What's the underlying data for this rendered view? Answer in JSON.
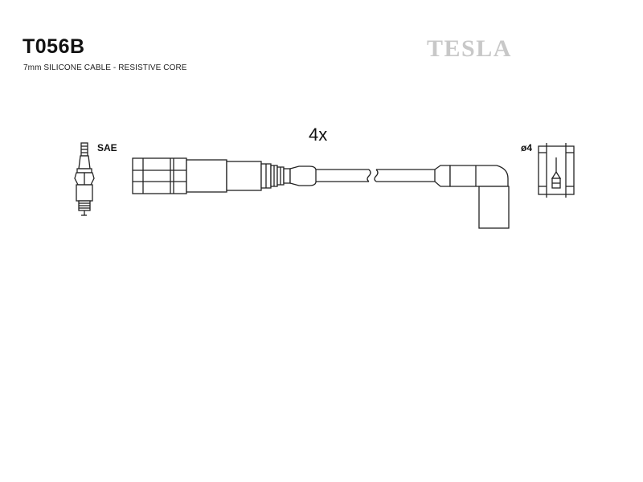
{
  "header": {
    "part_code": "T056B",
    "description": "7mm SILICONE CABLE - RESISTIVE CORE",
    "brand": "TESLA"
  },
  "diagram": {
    "quantity_label": "4x",
    "spark_plug_label": "SAE",
    "terminal_label": "ø4"
  },
  "colors": {
    "line": "#222222",
    "fill": "#ffffff",
    "brand": "#c8c8c8"
  }
}
